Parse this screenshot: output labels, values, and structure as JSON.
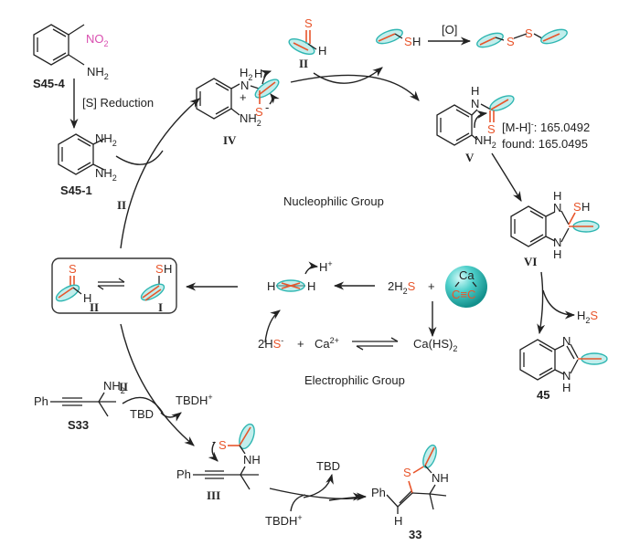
{
  "title": "Mechanism: calcium carbide derived acetylene as nucleophilic and electrophilic group with H2S",
  "colors": {
    "sulfur": "#e8552b",
    "nitro": "#d94fb0",
    "acetylene_highlight": "#2fb6b2",
    "ink": "#222222"
  },
  "compounds": {
    "s45_4": {
      "label": "S45-4",
      "no2": "NO",
      "no2_sub": "2",
      "nh2": "NH",
      "nh2_sub": "2"
    },
    "s45_1": {
      "label": "S45-1",
      "nh2_top": "NH",
      "nh2_bot": "NH",
      "sub": "2"
    },
    "iv": {
      "label": "IV",
      "h2": "H",
      "h2_sub": "2",
      "n": "N",
      "h": "H",
      "plus": "+",
      "s": "S",
      "minus": "-",
      "nh2": "NH",
      "nh2_sub": "2"
    },
    "ii_top": {
      "label": "II",
      "s": "S",
      "h": "H"
    },
    "thiol": {
      "sh": "SH"
    },
    "disulfide": {
      "s1": "S",
      "s2": "S"
    },
    "v": {
      "label": "V",
      "h": "H",
      "n": "N",
      "s": "S",
      "nh2": "NH",
      "nh2_sub": "2",
      "ms_line1": "[M-H]",
      "ms_charge": "-",
      "ms_value": ": 165.0492",
      "ms_line2": "found: 165.0495"
    },
    "vi": {
      "label": "VI",
      "h_top": "H",
      "n_top": "N",
      "sh": "SH",
      "n_bot": "N",
      "h_bot": "H"
    },
    "p45": {
      "label": "45",
      "n_top": "N",
      "n_bot": "N",
      "h_bot": "H"
    },
    "box_ii": {
      "label": "II",
      "s": "S",
      "h": "H"
    },
    "box_i": {
      "label": "I",
      "s": "S",
      "h": "H"
    },
    "s33": {
      "label": "S33",
      "ph": "Ph",
      "nh2": "NH",
      "nh2_sub": "2"
    },
    "iii": {
      "label": "III",
      "minus": "-",
      "s": "S",
      "nh": "NH",
      "ph": "Ph"
    },
    "p33": {
      "label": "33",
      "s": "S",
      "nh": "NH",
      "ph": "Ph",
      "h": "H"
    }
  },
  "reagents": {
    "reduction": "[S] Reduction",
    "oxidation": "[O]",
    "ii_left_upper": "II",
    "ii_left_lower": "II",
    "tbd": "TBD",
    "tbdh": "TBDH",
    "tbdh_charge": "+",
    "tbd_out": "TBD",
    "tbdh_in": "TBDH",
    "h2s_out": "H",
    "h2s_out_sub": "2",
    "h2s_out_s": "S"
  },
  "cycle": {
    "acetylene_h_left": "H",
    "acetylene_h_right": "H",
    "h_plus": "H",
    "h_plus_charge": "+",
    "two_h2s_prefix": "2H",
    "two_h2s_sub": "2",
    "two_h2s_s": "S",
    "plus1": "+",
    "cac2_ca": "Ca",
    "cac2_cc": "C≡C",
    "two_hs_prefix": "2H",
    "two_hs_s": "S",
    "two_hs_charge": "-",
    "plus2": "+",
    "ca_ion": "Ca",
    "ca_charge": "2+",
    "ca_hs2": "Ca(HS)",
    "ca_hs2_sub": "2"
  },
  "groups": {
    "nucleophilic": "Nucleophilic Group",
    "electrophilic": "Electrophilic Group"
  }
}
